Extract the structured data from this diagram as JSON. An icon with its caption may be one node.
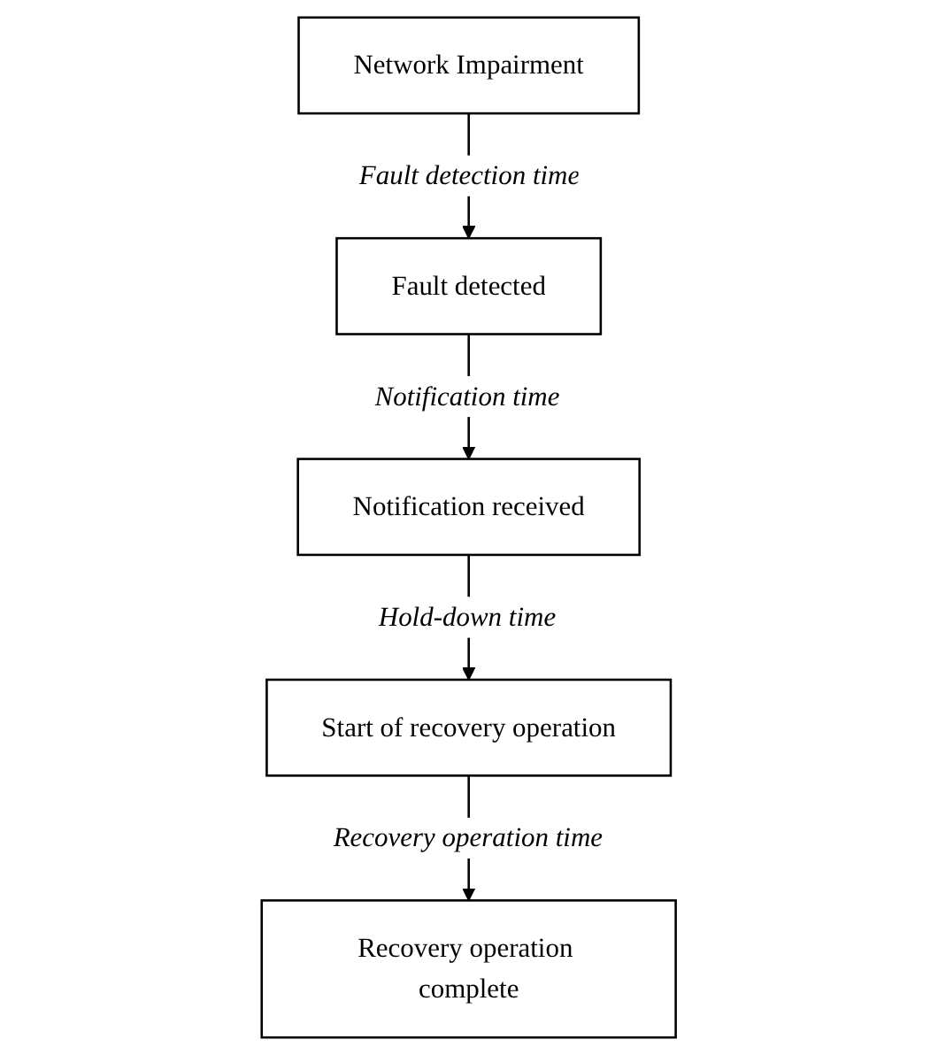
{
  "diagram": {
    "nodes": [
      {
        "text": [
          "Network Impairment"
        ]
      },
      {
        "text": [
          "Fault detected"
        ]
      },
      {
        "text": [
          "Notification received"
        ]
      },
      {
        "text": [
          "Start of recovery operation"
        ]
      },
      {
        "text": [
          "Recovery operation complete"
        ]
      }
    ],
    "edges": [
      {
        "from": 0,
        "to": 1,
        "arrow": "to",
        "label": "Fault detection time"
      },
      {
        "from": 1,
        "to": 2,
        "arrow": "to",
        "label": "Notification time"
      },
      {
        "from": 2,
        "to": 3,
        "arrow": "to",
        "label": "Hold-down time"
      },
      {
        "from": 3,
        "to": 4,
        "arrow": "to",
        "label": "Recovery operation time"
      }
    ]
  }
}
